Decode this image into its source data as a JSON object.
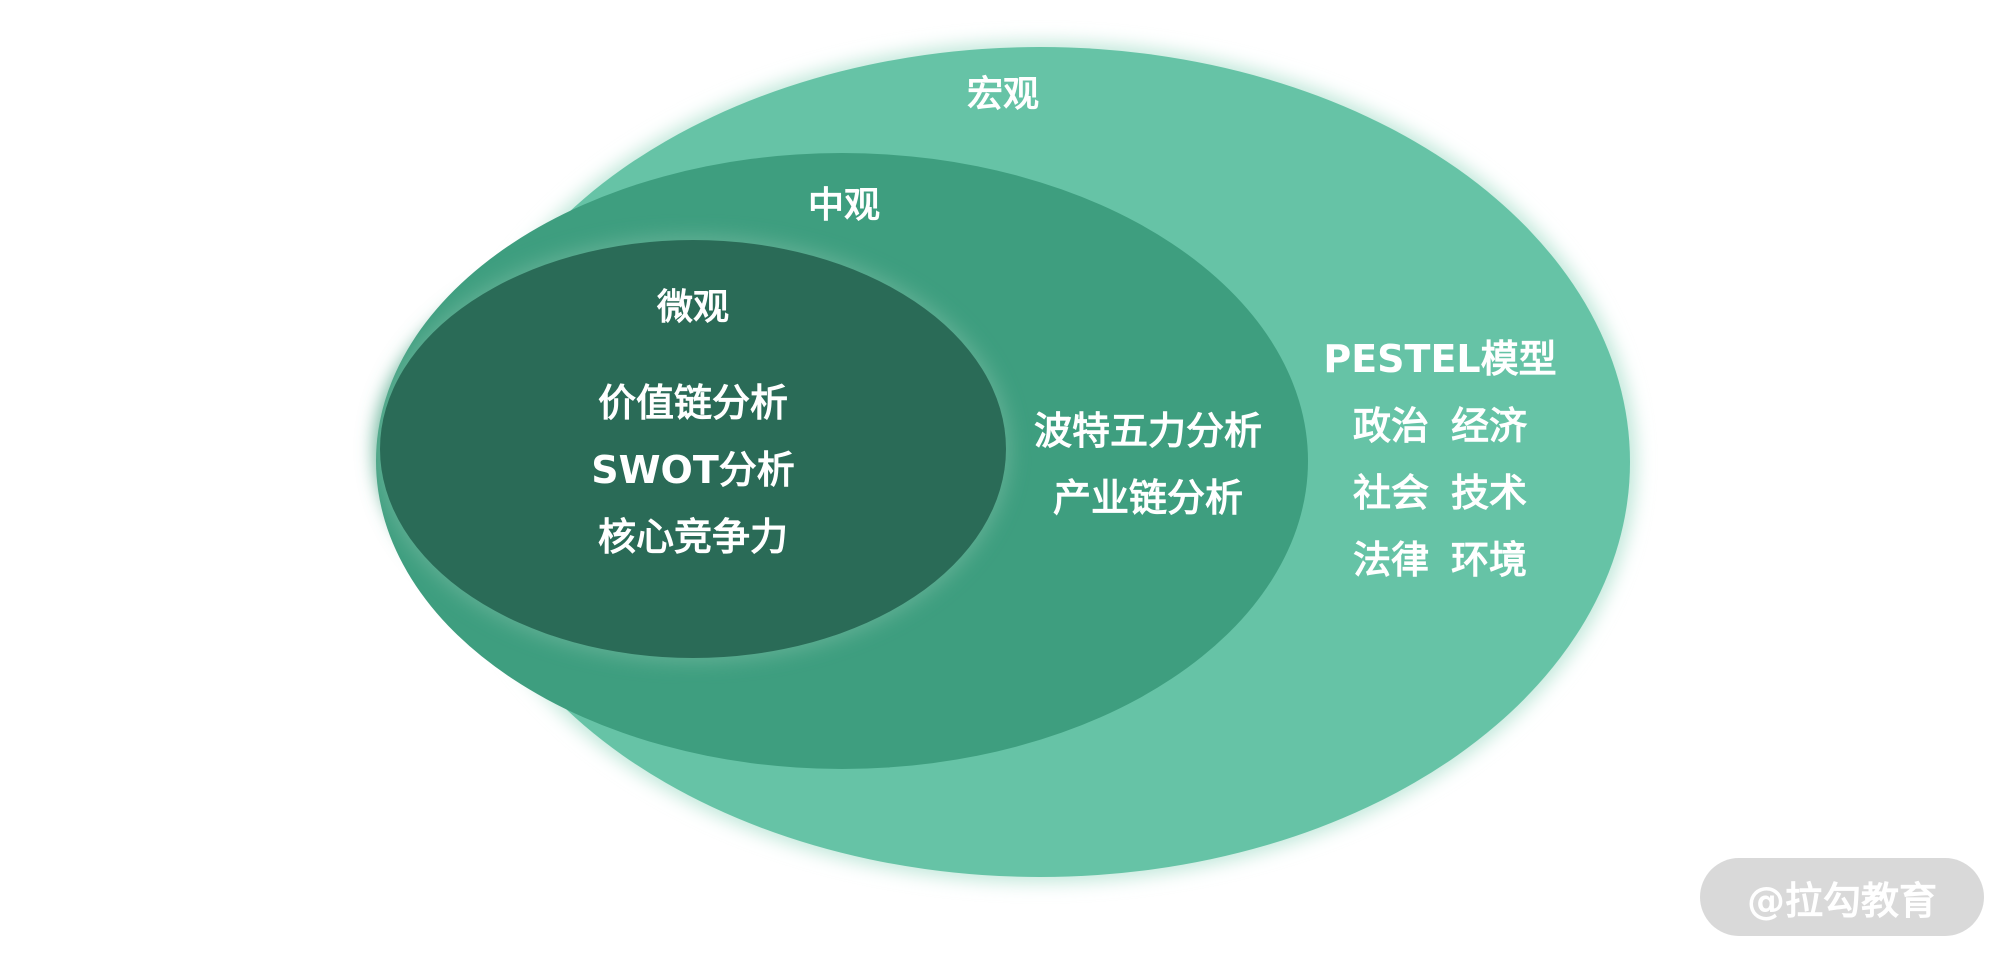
{
  "macro": {
    "title": "宏观",
    "model": "PESTEL模型",
    "factors": [
      [
        "政治",
        "经济"
      ],
      [
        "社会",
        "技术"
      ],
      [
        "法律",
        "环境"
      ]
    ],
    "color": "#66c3a6"
  },
  "meso": {
    "title": "中观",
    "items": [
      "波特五力分析",
      "产业链分析"
    ],
    "color": "#3e9e7f"
  },
  "micro": {
    "title": "微观",
    "items": [
      "价值链分析",
      "SWOT分析",
      "核心竞争力"
    ],
    "color": "#2a6b57"
  },
  "watermark": {
    "text": "@拉勾教育"
  }
}
